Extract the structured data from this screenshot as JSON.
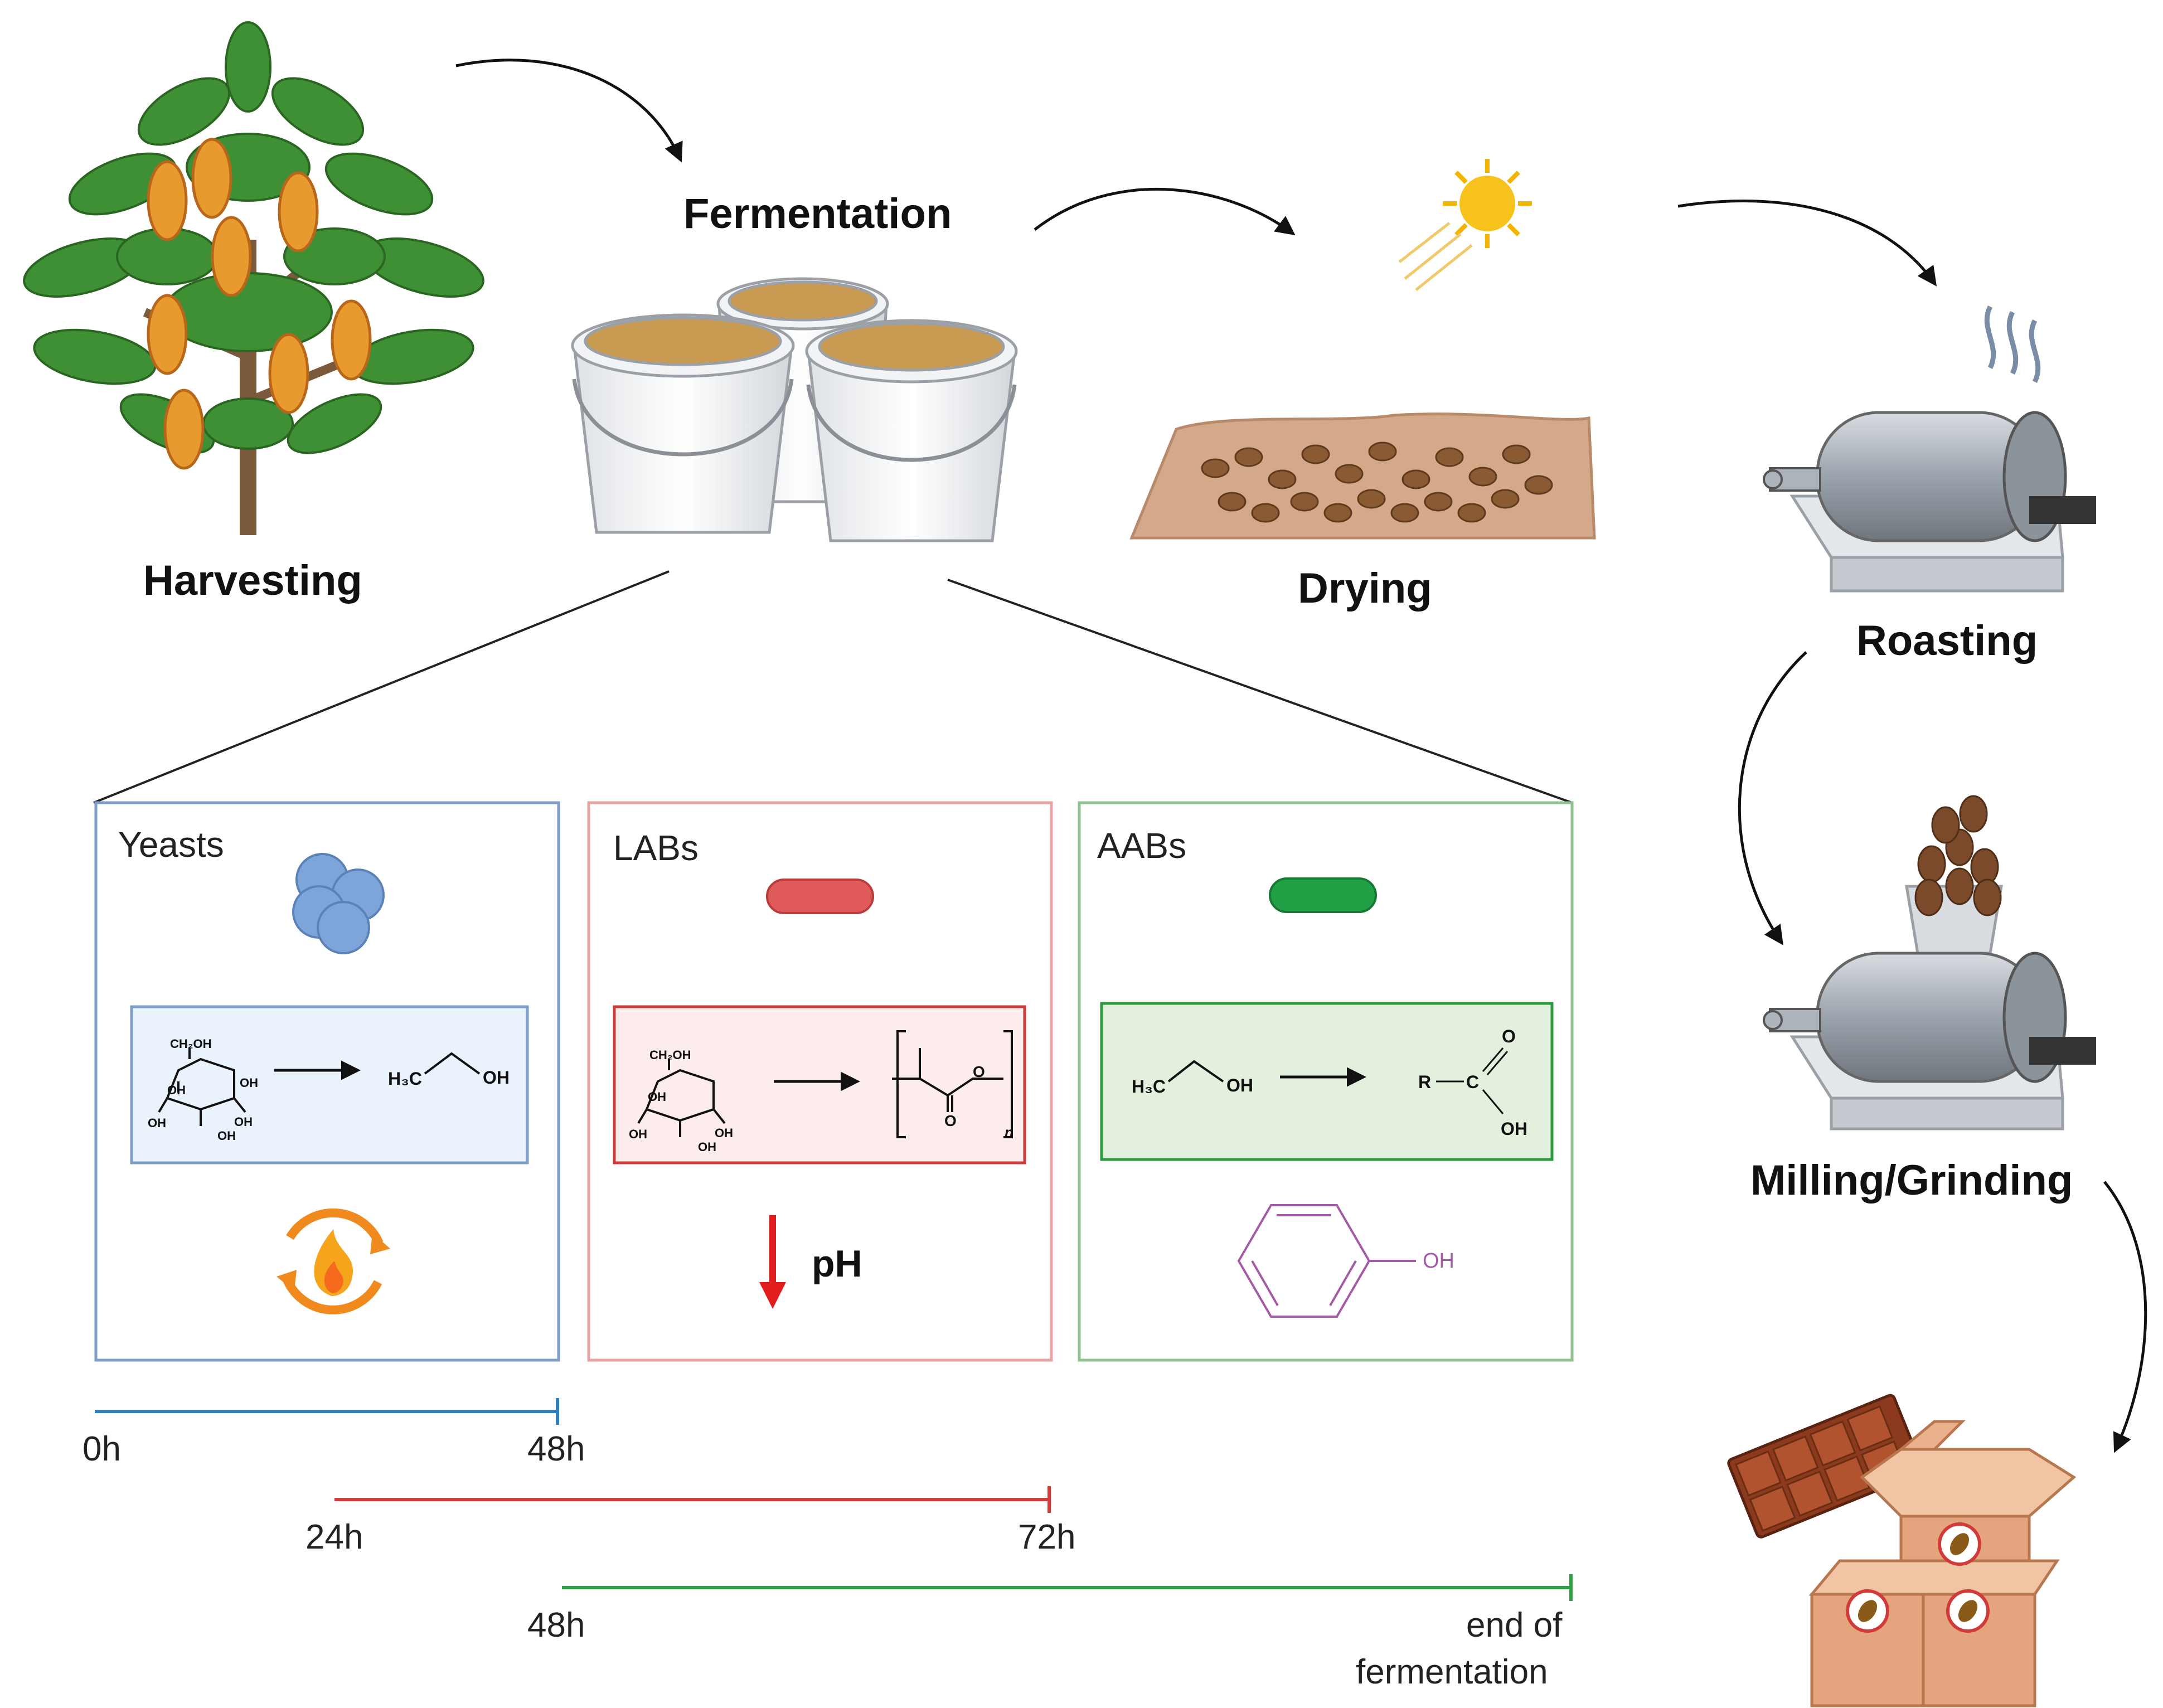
{
  "stages": {
    "harvesting": "Harvesting",
    "fermentation": "Fermentation",
    "drying": "Drying",
    "roasting": "Roasting",
    "milling": "Milling/Grinding"
  },
  "panels": {
    "yeasts": {
      "title": "Yeasts",
      "color": "#7f9ec7",
      "fill": "#eaf2fb"
    },
    "labs": {
      "title": "LABs",
      "color": "#e8a3a3",
      "fill": "#fdecec",
      "inner_color": "#cf3a3a",
      "ph_label": "pH"
    },
    "aabs": {
      "title": "AABs",
      "color": "#8fc28f",
      "fill": "#e3f0dd",
      "inner_color": "#2e9a3e"
    }
  },
  "chemistry": {
    "ch2oh": "CH₂OH",
    "oh": "OH",
    "h3c": "H₃C",
    "o": "O",
    "r": "R",
    "c": "C",
    "n": "n"
  },
  "timeline": [
    {
      "color": "#2f7fc1",
      "start_label": "0h",
      "end_label": "48h"
    },
    {
      "color": "#d83a3a",
      "start_label": "24h",
      "end_label": "72h"
    },
    {
      "color": "#2ea043",
      "start_label": "48h",
      "end_label_line1": "end of",
      "end_label_line2": "fermentation"
    }
  ]
}
